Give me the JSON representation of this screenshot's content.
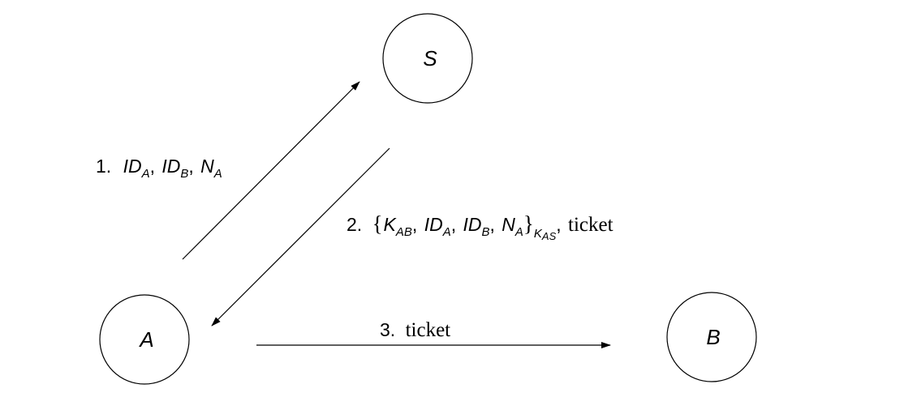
{
  "nodes": {
    "s": {
      "label": "S"
    },
    "a": {
      "label": "A"
    },
    "b": {
      "label": "B"
    }
  },
  "messages": {
    "m1": {
      "number": "1.",
      "id": "ID",
      "a": "A",
      "b": "B",
      "n": "N",
      "comma": ","
    },
    "m2": {
      "number": "2.",
      "open_brace": "{",
      "close_brace": "}",
      "k": "K",
      "ab": "AB",
      "id": "ID",
      "a": "A",
      "b": "B",
      "n": "N",
      "as": "AS",
      "comma": ",",
      "ticket": "ticket"
    },
    "m3": {
      "number": "3.",
      "ticket": "ticket"
    }
  }
}
